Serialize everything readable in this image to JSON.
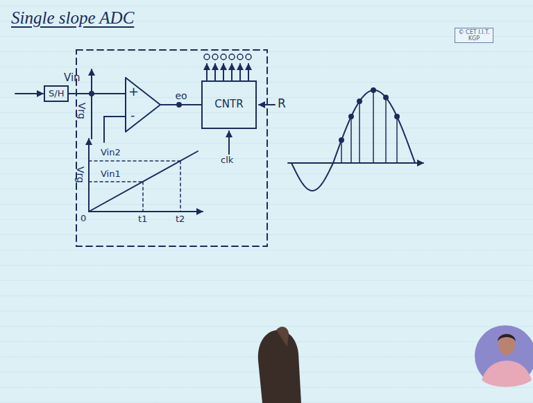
{
  "diagram": {
    "title": "Single slope ADC",
    "nodes": [
      {
        "text": [
          "S/H"
        ]
      },
      {
        "text": [
          "+",
          "-"
        ]
      },
      {
        "text": [
          "CNTR"
        ]
      },
      {
        "text": [
          "© CET I.I.T. KGP"
        ]
      }
    ],
    "edges": [
      {
        "from": 0,
        "to": 1,
        "arrow": "none"
      },
      {
        "from": 1,
        "to": 2,
        "label": "eo",
        "arrow": "none"
      }
    ],
    "labels": [
      "Vin",
      "Vrg",
      "R",
      "clk",
      "Vin2",
      "Vin1",
      "Vrg",
      "0",
      "t1",
      "t2"
    ]
  }
}
